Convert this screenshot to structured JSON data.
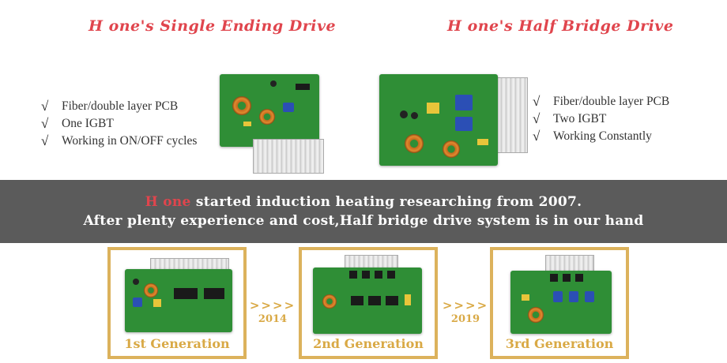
{
  "left": {
    "title": "H one's Single Ending Drive",
    "features": [
      "Fiber/double layer PCB",
      "One IGBT",
      "Working in ON/OFF cycles"
    ]
  },
  "right": {
    "title": "H one's Half Bridge Drive",
    "features": [
      "Fiber/double layer PCB",
      "Two IGBT",
      "Working Constantly"
    ]
  },
  "check_glyph": "√",
  "banner": {
    "brand": "H one",
    "line1_rest": " started induction heating researching from 2007.",
    "line2": "After plenty experience and cost,Half bridge drive system is in our hand"
  },
  "generations": [
    {
      "label": "1st Generation"
    },
    {
      "label": "2nd Generation"
    },
    {
      "label": "3rd Generation"
    }
  ],
  "transitions": [
    {
      "arrows": ">>>>",
      "year": "2014"
    },
    {
      "arrows": ">>>>",
      "year": "2019"
    }
  ],
  "colors": {
    "title_red": "#e0454d",
    "gold": "#d9a945",
    "band_gray": "#5b5b5b",
    "pcb_green": "#2f8e36"
  }
}
